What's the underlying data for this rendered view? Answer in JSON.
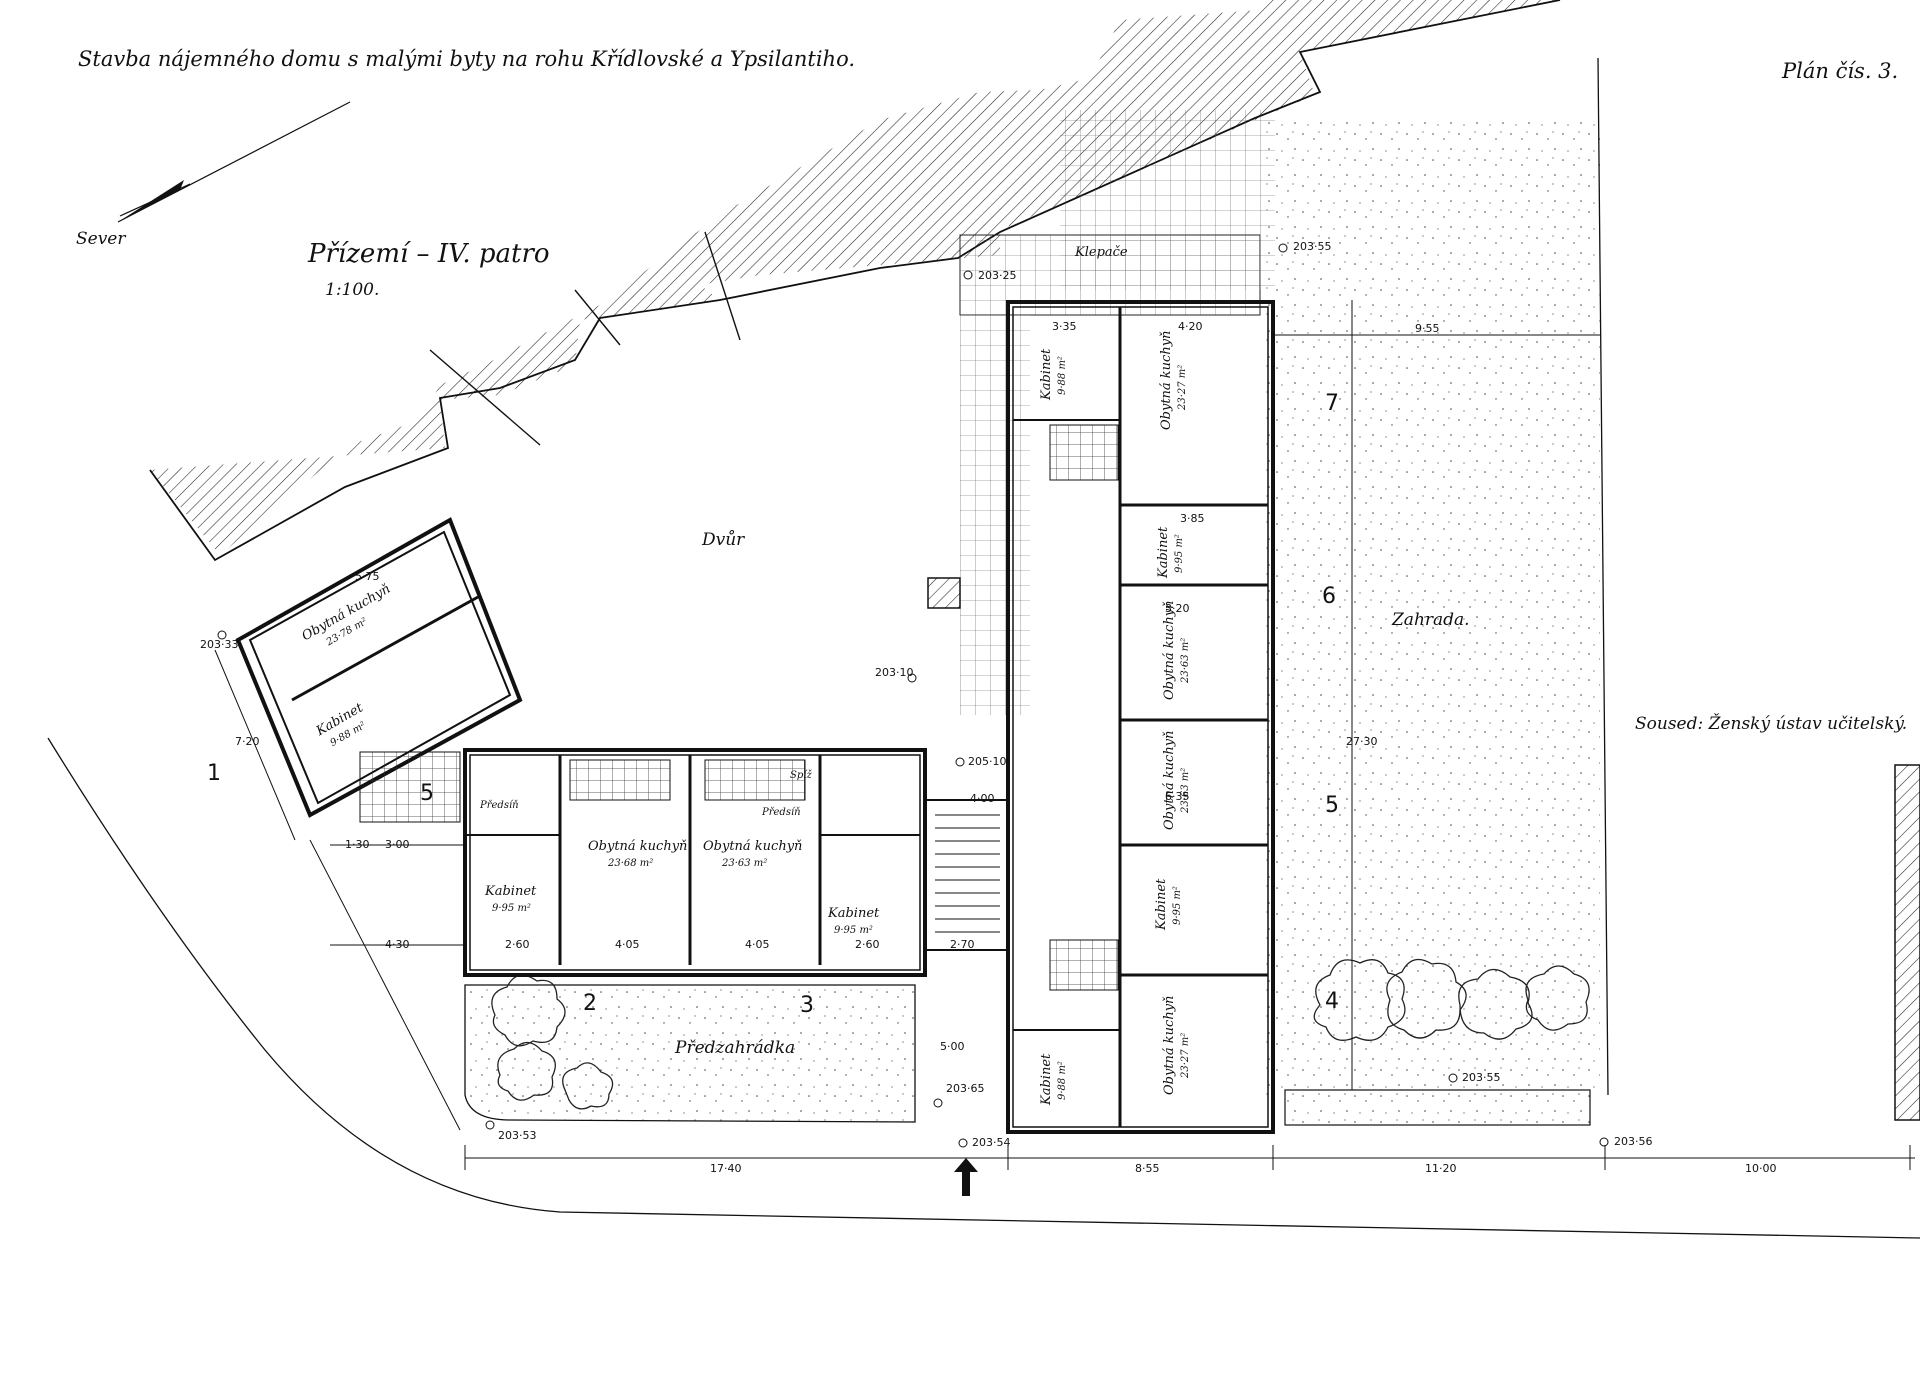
{
  "title": "Stavba nájemného domu s malými byty na rohu Křídlovské a Ypsilantiho.",
  "plan_number": "Plán čís. 3.",
  "north": "Sever",
  "floor": "Přízemí – IV. patro",
  "scale": "1:100.",
  "areas": {
    "courtyard": "Dvůr",
    "garden": "Zahrada.",
    "front_garden": "Předzahrádka",
    "klepace": "Klepače",
    "neighbour": "Soused: Ženský ústav učitelský."
  },
  "rooms": {
    "a_kitchen": "Obytná kuchyň",
    "a_kitchen_area": "23·78 m²",
    "a_cabinet": "Kabinet",
    "a_cabinet_area": "9·88 m²",
    "b_cabinet": "Kabinet",
    "b_cabinet_area": "9·95 m²",
    "b_kitchen": "Obytná kuchyň",
    "b_kitchen_area": "23·68 m²",
    "c_kitchen": "Obytná kuchyň",
    "c_kitchen_area": "23·63 m²",
    "c_cabinet": "Kabinet",
    "c_cabinet_area": "9·95 m²",
    "d_cabinet": "Kabinet",
    "d_cabinet_area": "9·88 m²",
    "d_kitchen": "Obytná kuchyň",
    "d_kitchen_area": "23·27 m²",
    "e_cabinet": "Kabinet",
    "e_cabinet_area": "9·95 m²",
    "e_kitchen": "Obytná kuchyň",
    "e_kitchen_area": "23·63 m²",
    "f_kitchen": "Obytná kuchyň",
    "f_kitchen_area": "23·63 m²",
    "f_cabinet": "Kabinet",
    "f_cabinet_area": "9·95 m²",
    "g_cabinet": "Kabinet",
    "g_cabinet_area": "9·88 m²",
    "g_kitchen": "Obytná kuchyň",
    "g_kitchen_area": "23·27 m²",
    "hall": "Předsíň",
    "pantry": "Spíž"
  },
  "apartment_numbers": [
    "1",
    "2",
    "3",
    "4",
    "5",
    "6",
    "7"
  ],
  "elevations": {
    "e1": "203·33",
    "e2": "203·53",
    "e3": "203·10",
    "e4": "203·25",
    "e5": "203·55",
    "e6": "203·55",
    "e7": "203·54",
    "e8": "203·56",
    "e9": "203·65",
    "e10": "205·10"
  },
  "dimensions": {
    "bottom_1": "17·40",
    "bottom_2": "8·55",
    "bottom_3": "11·20",
    "bottom_4": "10·00",
    "garden_w": "9·55",
    "garden_h": "27·30",
    "d1": "3·00",
    "d2": "1·30",
    "d3": "4·30",
    "d4": "2·60",
    "d5": "4·05",
    "d6": "4·05",
    "d7": "2·60",
    "d8": "3·35",
    "d9": "4·20",
    "d10": "6·35",
    "d11": "7·20",
    "d12": "5·75",
    "d13": "3·85",
    "d14": "3·20",
    "d15": "4·00",
    "d16": "5·00",
    "d17": "2·70"
  }
}
